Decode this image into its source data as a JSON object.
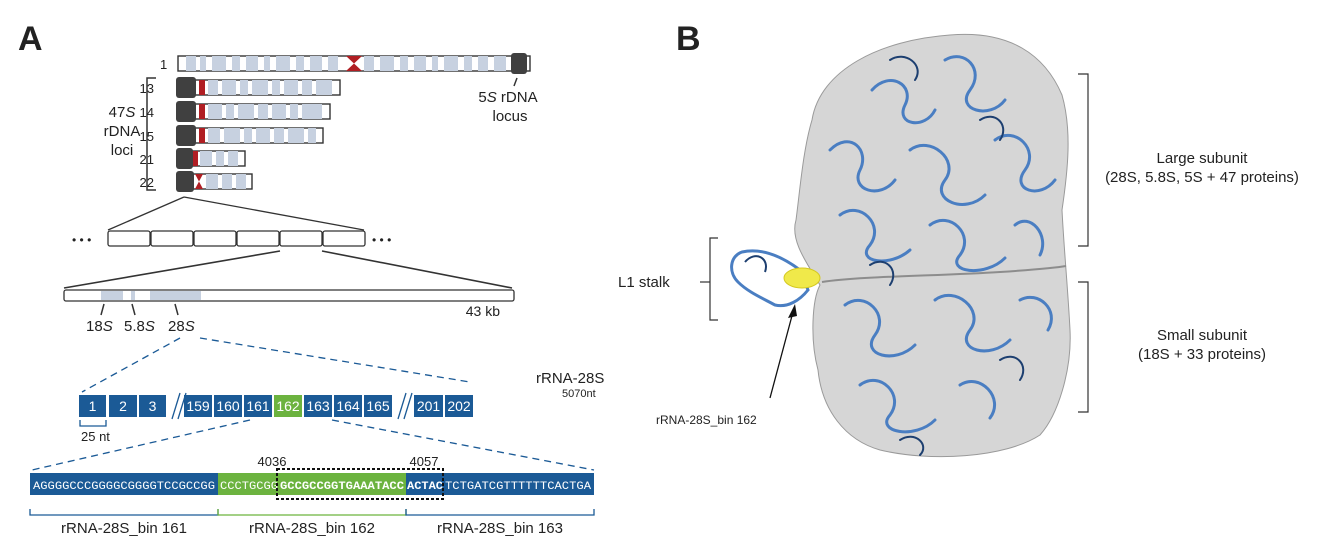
{
  "panel_a": {
    "label": "A",
    "chromosomes": [
      {
        "id": "1"
      },
      {
        "id": "13"
      },
      {
        "id": "14"
      },
      {
        "id": "15"
      },
      {
        "id": "21"
      },
      {
        "id": "22"
      }
    ],
    "loci_label": {
      "part1": "47",
      "part1_italic": "S",
      "line2": "rDNA",
      "line3": "loci"
    },
    "fives_label": {
      "num": "5",
      "italic": "S",
      "rest": " rDNA",
      "line2": "locus"
    },
    "repeat_dots_left": "• • •",
    "repeat_dots_right": "• • •",
    "unit_length": "43 kb",
    "genes": [
      {
        "num": "18",
        "italic": "S"
      },
      {
        "num": "5.8",
        "italic": "S"
      },
      {
        "num": "28",
        "italic": "S"
      }
    ],
    "rrna_title": "rRNA-28S",
    "rrna_length": "5070nt",
    "bins": [
      "1",
      "2",
      "3",
      "159",
      "160",
      "161",
      "162",
      "163",
      "164",
      "165",
      "201",
      "202"
    ],
    "bin_width_label": "25 nt",
    "positions": {
      "start": "4036",
      "end": "4057"
    },
    "sequence": {
      "seg161": "AGGGGCCCGGGGCGGGGTCCGCCGG",
      "seg162a": "CCCTGCGG",
      "seg162b": "GCCGCCGGTGAAATACC",
      "seg163a": "ACTAC",
      "seg163b": "TCTGATCGTTTTTTCACTGA"
    },
    "bin_labels": [
      "rRNA-28S_bin 161",
      "rRNA-28S_bin 162",
      "rRNA-28S_bin 163"
    ]
  },
  "panel_b": {
    "label": "B",
    "large_subunit": {
      "line1": "Large subunit",
      "line2": "(28S, 5.8S, 5S + 47 proteins)"
    },
    "small_subunit": {
      "line1": "Small subunit",
      "line2": "(18S + 33 proteins)"
    },
    "l1_stalk": "L1 stalk",
    "bin_pointer": "rRNA-28S_bin 162"
  },
  "colors": {
    "blue": "#1b5a96",
    "green": "#6cb33f",
    "band": "#c7d1e0",
    "centromere": "#b01e23",
    "knob": "#404040",
    "ribo_blue": "#4a7ec2",
    "ribo_grey": "#b8b8b8",
    "yellow": "#f0e94a"
  }
}
